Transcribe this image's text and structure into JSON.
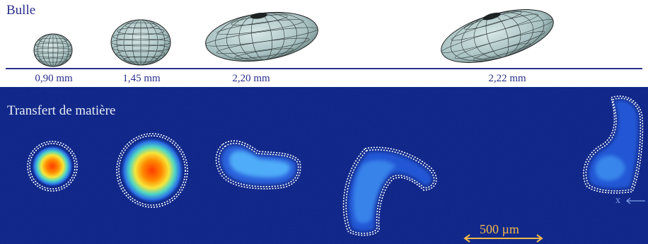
{
  "top_panel": {
    "title": "Bulle",
    "bubbles": [
      {
        "size_label": "0,90 mm"
      },
      {
        "size_label": "1,45 mm"
      },
      {
        "size_label": "2,20 mm"
      },
      {
        "size_label": "2,22 mm"
      }
    ]
  },
  "bottom_panel": {
    "title": "Transfert de matière",
    "scale_bar_label": "500 µm",
    "axis_label": "x"
  },
  "colors": {
    "text_blue": "#2a2f8a",
    "bubble_fill": "#b9cfcf",
    "panel_bg": "#0b2183",
    "scale_bar": "#f2b84a",
    "contour": "#ffffff"
  }
}
